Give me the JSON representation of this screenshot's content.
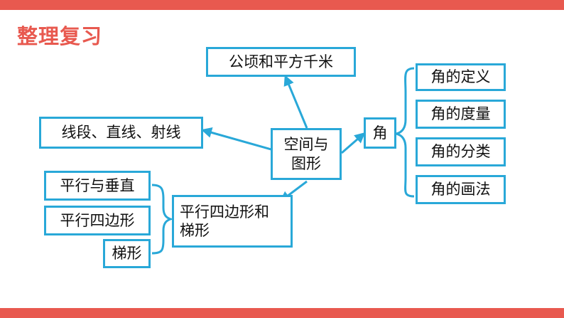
{
  "header": {
    "title": "整理复习"
  },
  "theme": {
    "accent": "#e8594f",
    "line": "#29a8d8"
  },
  "diagram": {
    "center": "空间与图形",
    "top": "公顷和平方千米",
    "left": "线段、直线、射线",
    "bottom": "平行四边形和梯形",
    "bottom_children": [
      "平行与垂直",
      "平行四边形",
      "梯形"
    ],
    "right": "角",
    "right_children": [
      "角的定义",
      "角的度量",
      "角的分类",
      "角的画法"
    ]
  }
}
